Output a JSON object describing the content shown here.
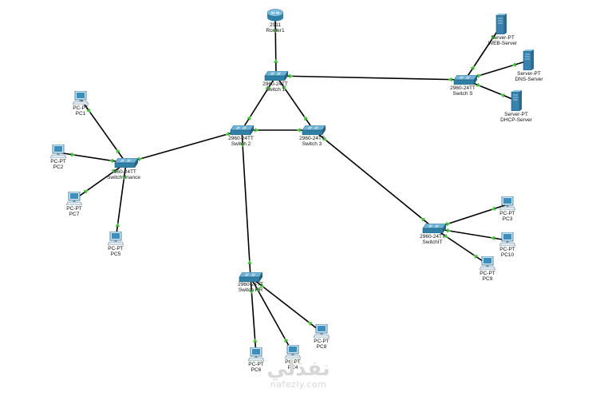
{
  "devices": {
    "router1": {
      "model": "2911",
      "name": "Router1"
    },
    "switch1": {
      "model": "2960-24TT",
      "name": "Switch 1"
    },
    "switch_s": {
      "model": "2960-24TT",
      "name": "Switch S"
    },
    "switch2": {
      "model": "2960-24TT",
      "name": "Switch 2"
    },
    "switch3": {
      "model": "2960-24TT",
      "name": "Switch 3"
    },
    "switch_finance": {
      "model": "2960-24TT",
      "name": "Switch finance"
    },
    "switch_it": {
      "model": "2960-24TT",
      "name": "SwitchIT"
    },
    "switch_hr": {
      "model": "2960-24TT",
      "name": "Switch HR"
    },
    "web_server": {
      "model": "Server-PT",
      "name": "WEB-Server"
    },
    "dns_server": {
      "model": "Server-PT",
      "name": "DNS-Server"
    },
    "dhcp_server": {
      "model": "Server-PT",
      "name": "DHCP-Server"
    },
    "pc1": {
      "model": "PC-PT",
      "name": "PC1"
    },
    "pc2": {
      "model": "PC-PT",
      "name": "PC2"
    },
    "pc7": {
      "model": "PC-PT",
      "name": "PC7"
    },
    "pc5": {
      "model": "PC-PT",
      "name": "PC5"
    },
    "pc3": {
      "model": "PC-PT",
      "name": "PC3"
    },
    "pc10": {
      "model": "PC-PT",
      "name": "PC10"
    },
    "pc9": {
      "model": "PC-PT",
      "name": "PC9"
    },
    "pc8": {
      "model": "PC-PT",
      "name": "PC8"
    },
    "pc6": {
      "model": "PC-PT",
      "name": "PC6"
    },
    "pc4": {
      "model": "PC-PT",
      "name": "PC4"
    }
  },
  "links": [
    [
      "router1",
      "switch1"
    ],
    [
      "switch1",
      "switch_s"
    ],
    [
      "switch1",
      "switch2"
    ],
    [
      "switch1",
      "switch3"
    ],
    [
      "switch2",
      "switch3"
    ],
    [
      "switch2",
      "switch_finance"
    ],
    [
      "switch2",
      "switch_hr"
    ],
    [
      "switch3",
      "switch_it"
    ],
    [
      "switch_s",
      "web_server"
    ],
    [
      "switch_s",
      "dns_server"
    ],
    [
      "switch_s",
      "dhcp_server"
    ],
    [
      "switch_finance",
      "pc1"
    ],
    [
      "switch_finance",
      "pc2"
    ],
    [
      "switch_finance",
      "pc7"
    ],
    [
      "switch_finance",
      "pc5"
    ],
    [
      "switch_it",
      "pc3"
    ],
    [
      "switch_it",
      "pc10"
    ],
    [
      "switch_it",
      "pc9"
    ],
    [
      "switch_hr",
      "pc6"
    ],
    [
      "switch_hr",
      "pc4"
    ],
    [
      "switch_hr",
      "pc8"
    ]
  ],
  "watermark": {
    "arabic": "نفذلي",
    "latin": "nafezly.com"
  }
}
